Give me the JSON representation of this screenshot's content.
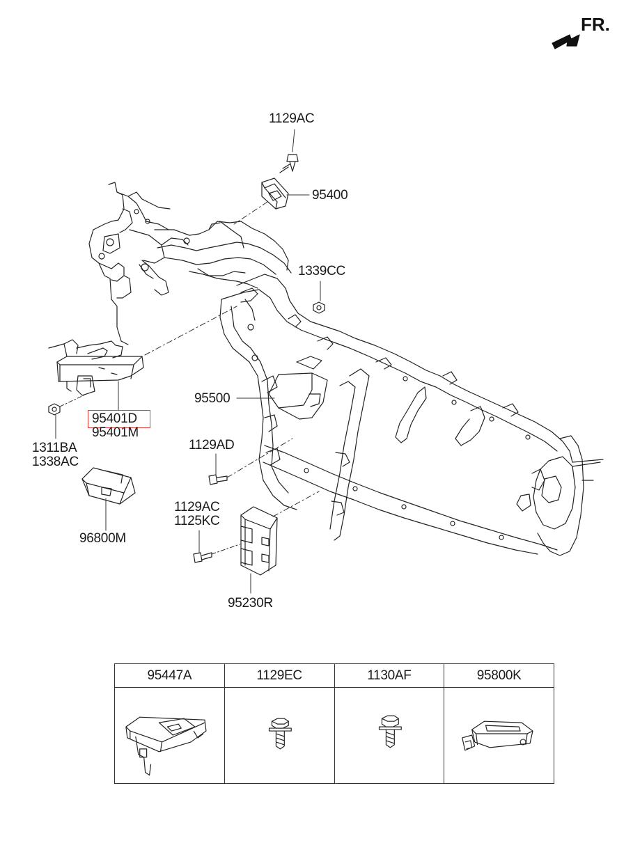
{
  "direction_label": "FR.",
  "callouts": {
    "p1129AC_top": "1129AC",
    "p95400": "95400",
    "p1339CC": "1339CC",
    "p95500": "95500",
    "p95401D": "95401D",
    "p95401M": "95401M",
    "p1311BA": "1311BA",
    "p1338AC": "1338AC",
    "p1129AD": "1129AD",
    "p1129AC_low": "1129AC",
    "p1125KC": "1125KC",
    "p96800M": "96800M",
    "p95230R": "95230R"
  },
  "highlight_color": "#e53935",
  "parts_table": {
    "headers": [
      "95447A",
      "1129EC",
      "1130AF",
      "95800K"
    ]
  }
}
